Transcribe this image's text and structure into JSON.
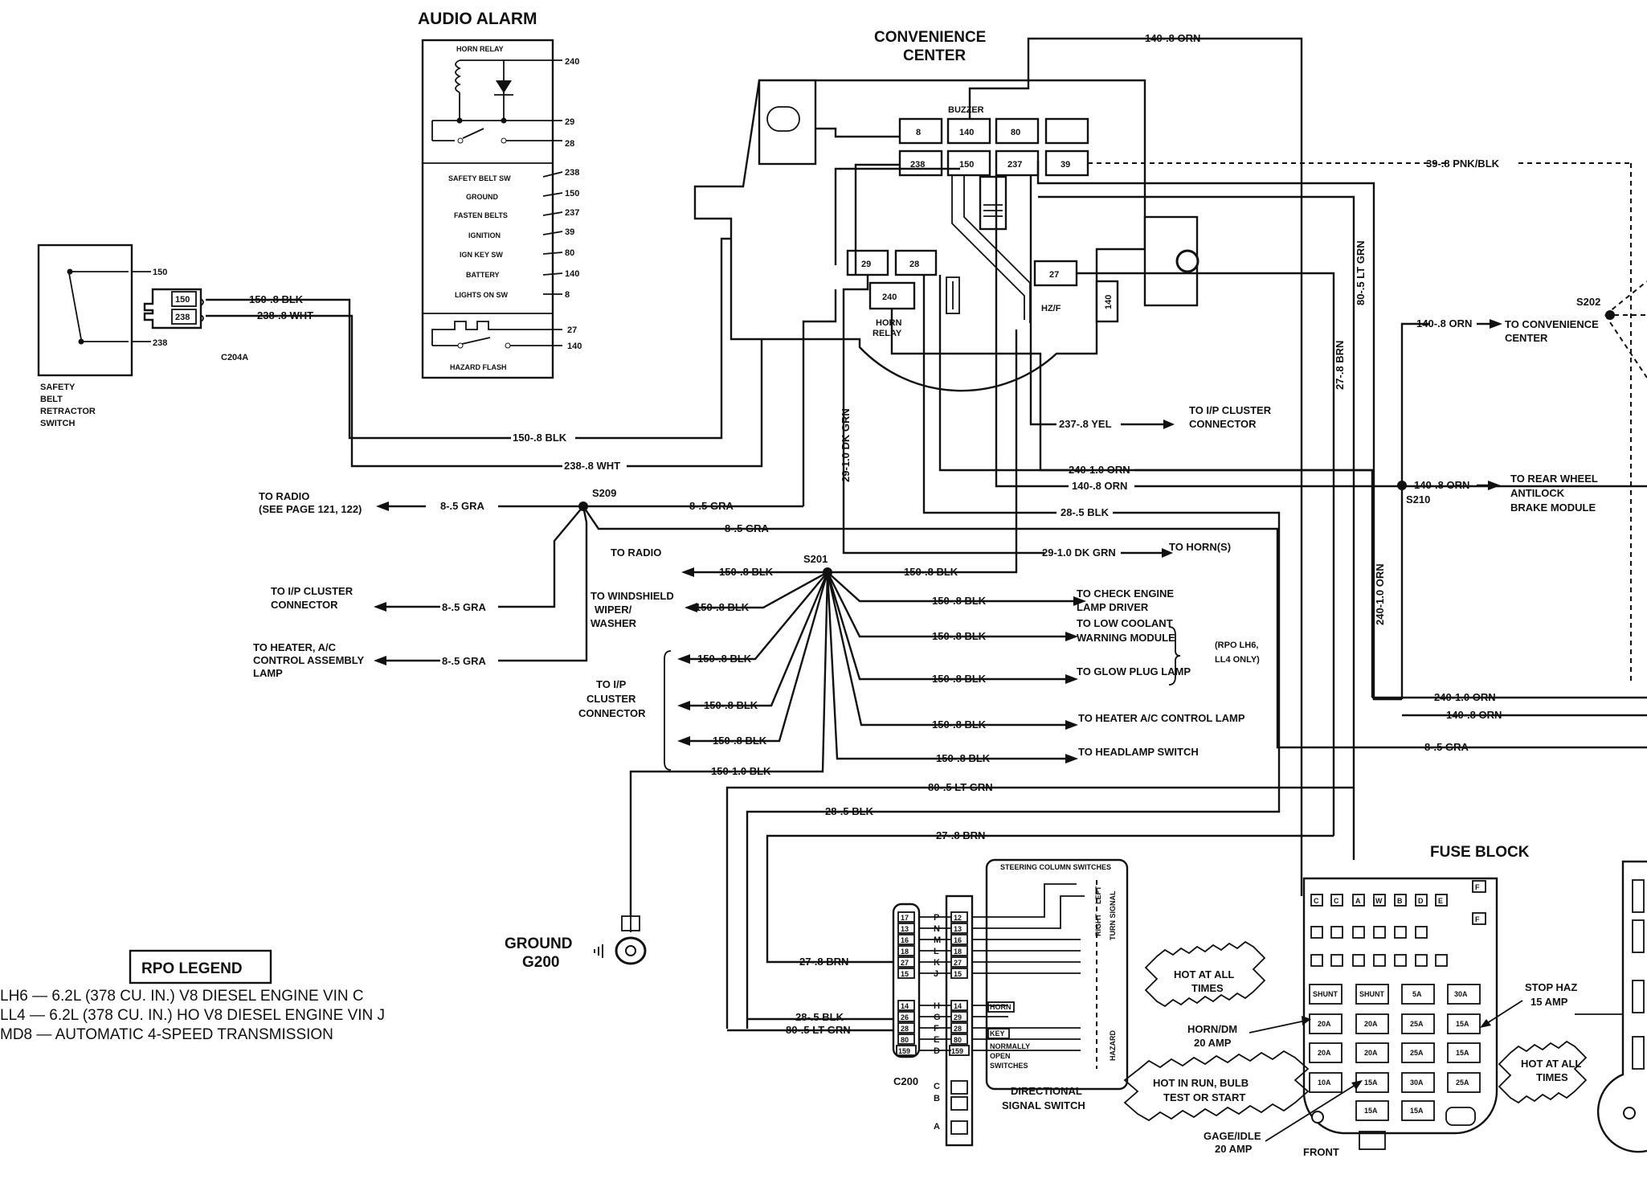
{
  "titles": {
    "audio_alarm": "AUDIO ALARM",
    "convenience_center_1": "CONVENIENCE",
    "convenience_center_2": "CENTER",
    "fuse_block": "FUSE BLOCK",
    "ground_1": "GROUND",
    "ground_2": "G200",
    "directional_1": "DIRECTIONAL",
    "directional_2": "SIGNAL SWITCH",
    "rpo_legend": "RPO LEGEND"
  },
  "legend": [
    "LH6 — 6.2L (378 CU. IN.) V8 DIESEL ENGINE VIN C",
    "LL4 — 6.2L (378 CU. IN.) HO V8 DIESEL ENGINE VIN J",
    "MD8 — AUTOMATIC 4-SPEED TRANSMISSION"
  ],
  "audio_alarm": {
    "horn_relay": "HORN RELAY",
    "pins_top": [
      "240",
      "29",
      "28"
    ],
    "functions": [
      "SAFETY BELT SW",
      "GROUND",
      "FASTEN BELTS",
      "IGNITION",
      "IGN KEY SW",
      "BATTERY",
      "LIGHTS ON SW"
    ],
    "function_pins": [
      "238",
      "150",
      "237",
      "39",
      "80",
      "140",
      "8"
    ],
    "hazard_pins": [
      "27",
      "140"
    ],
    "hazard_flash": "HAZARD FLASH"
  },
  "convenience_center": {
    "buzzer": "BUZZER",
    "row1": [
      "8",
      "140",
      "80",
      ""
    ],
    "row2": [
      "238",
      "150",
      "237",
      "39"
    ],
    "relay_pins": [
      "29",
      "28",
      "240"
    ],
    "horn_relay_1": "HORN",
    "horn_relay_2": "RELAY",
    "hzf_pin": "27",
    "hzf_label": "HZ/F",
    "pin_140": "140"
  },
  "safety_belt": {
    "label_lines": [
      "SAFETY",
      "BELT",
      "RETRACTOR",
      "SWITCH"
    ],
    "pin_150": "150",
    "pin_238": "238",
    "conn_150": "150",
    "conn_238": "238",
    "connector": "C204A"
  },
  "wire_labels": {
    "w140_orn_top": "140-.8 ORN",
    "w39_pnk": "39-.8 PNK/BLK",
    "w80_ltgrn": "80-.5 LT GRN",
    "w27_brn": "27-.8 BRN",
    "w240_orn_v": "240-1.0 ORN",
    "w150_blk_a": "150-.8 BLK",
    "w238_wht_a": "238-.8 WHT",
    "w150_blk_b": "150-.8 BLK",
    "w238_wht_b": "238-.8 WHT",
    "w29_dkgrn_v": "29-1.0 DK GRN",
    "w237_yel": "237-.8 YEL",
    "w240_orn": "240-1.0 ORN",
    "w140_orn": "140-.8 ORN",
    "w28_blk": "28-.5 BLK",
    "w29_dkgrn": "29-1.0 DK GRN",
    "w8_gra_a": "8-.5 GRA",
    "w8_gra_b": "8-.5 GRA",
    "w8_gra_c": "8-.5 GRA",
    "w8_gra_d": "8-.5 GRA",
    "w8_gra_e": "8-.5 GRA",
    "w8_gra_f": "8-.5 GRA",
    "w140_orn_s202": "140-.8 ORN",
    "w140_orn_s210": "140-.8 ORN",
    "w240_orn_r": "240-1.0 ORN",
    "w140_orn_r": "140-.8 ORN",
    "w150_s201_1": "150-.8 BLK",
    "w150_s201_2": "150-.8 BLK",
    "w150_s201_3": "150-.8 BLK",
    "w150_s201_4": "150-.8 BLK",
    "w150_s201_5": "150-.8 BLK",
    "w150_s201_6": "150-.8 BLK",
    "w150_s201_7": "150-.8 BLK",
    "w150_s201_8": "150-.8 BLK",
    "w150_s201_9": "150-.8 BLK",
    "w150_s201_10": "150-.8 BLK",
    "w150_s201_11": "150-.8 BLK",
    "w150_1blk": "150-1.0 BLK",
    "w80_ltgrn_h": "80-.5 LT GRN",
    "w28_blk_h": "28-.5 BLK",
    "w27_brn_h": "27-.8 BRN",
    "w27_brn_c": "27-.8 BRN",
    "w28_blk_c": "28-.5 BLK",
    "w80_ltgrn_c": "80-.5 LT GRN"
  },
  "splices": {
    "s209": "S209",
    "s201": "S201",
    "s202": "S202",
    "s210": "S210"
  },
  "destinations": {
    "to_radio_1": "TO RADIO",
    "to_radio_2": "(SEE PAGE 121, 122)",
    "to_radio_b": "TO  RADIO",
    "ip_cluster_1": "TO I/P CLUSTER",
    "ip_cluster_2": "CONNECTOR",
    "heater_1": "TO HEATER, A/C",
    "heater_2": "CONTROL ASSEMBLY",
    "heater_3": "LAMP",
    "wiper_1": "TO WINDSHIELD",
    "wiper_2": "WIPER/",
    "wiper_3": "WASHER",
    "ipc_b_1": "TO I/P",
    "ipc_b_2": "CLUSTER",
    "ipc_b_3": "CONNECTOR",
    "ip_cluster_r_1": "TO I/P CLUSTER",
    "ip_cluster_r_2": "CONNECTOR",
    "to_horns": "TO HORN(S)",
    "check_engine_1": "TO CHECK ENGINE",
    "check_engine_2": "LAMP DRIVER",
    "low_coolant_1": "TO LOW COOLANT",
    "low_coolant_2": "WARNING MODULE",
    "glow_plug": "TO GLOW PLUG LAMP",
    "rpo_note_1": "(RPO LH6,",
    "rpo_note_2": "LL4 ONLY)",
    "heater_ac_lamp": "TO HEATER A/C CONTROL LAMP",
    "headlamp": "TO HEADLAMP SWITCH",
    "conv_center_1": "TO CONVENIENCE",
    "conv_center_2": "CENTER",
    "abs_1": "TO REAR WHEEL",
    "abs_2": "ANTILOCK",
    "abs_3": "BRAKE MODULE"
  },
  "column_connector": {
    "letters": [
      "P",
      "N",
      "M",
      "L",
      "K",
      "J",
      "H",
      "G",
      "F",
      "E",
      "D",
      "C",
      "B",
      "A"
    ],
    "pins_top": [
      "12",
      "13",
      "16",
      "18",
      "27",
      "15"
    ],
    "pins_bot": [
      "14",
      "29",
      "28",
      "80",
      "159"
    ],
    "c200_top": [
      "17",
      "13",
      "16",
      "18",
      "27",
      "15"
    ],
    "c200_bot": [
      "14",
      "26",
      "28",
      "80",
      "159"
    ],
    "c200": "C200",
    "steering_col": "STEERING COLUMN SWITCHES",
    "right": "RIGHT",
    "left": "LEFT",
    "turn_signal": "TURN SIGNAL",
    "hazard": "HAZARD",
    "horn": "HORN",
    "key": "KEY",
    "normally_open_1": "NORMALLY",
    "normally_open_2": "OPEN",
    "normally_open_3": "SWITCHES"
  },
  "fuse_block": {
    "hot_all_1": "HOT AT ALL",
    "hot_all_2": "TIMES",
    "hot_run_1": "HOT IN RUN, BULB",
    "hot_run_2": "TEST OR START",
    "hot_all_r_1": "HOT AT ALL",
    "hot_all_r_2": "TIMES",
    "horn_dm_1": "HORN/DM",
    "horn_dm_2": "20 AMP",
    "stop_haz_1": "STOP HAZ",
    "stop_haz_2": "15 AMP",
    "gage_idle_1": "GAGE/IDLE",
    "gage_idle_2": "20 AMP",
    "front": "FRONT",
    "top_codes": [
      "C",
      "C",
      "A",
      "W",
      "B",
      "D",
      "E"
    ],
    "row1": [
      "SHUNT",
      "SHUNT",
      "5A",
      "",
      "30A"
    ],
    "row2": [
      "20A",
      "20A",
      "25A",
      "",
      "15A"
    ],
    "row3": [
      "20A",
      "20A",
      "25A",
      "",
      "15A"
    ],
    "row4": [
      "10A",
      "15A",
      "30A",
      "",
      "25A"
    ],
    "row5": [
      "",
      "15A",
      "",
      "15A",
      ""
    ],
    "side_codes": [
      "F",
      "F"
    ]
  }
}
